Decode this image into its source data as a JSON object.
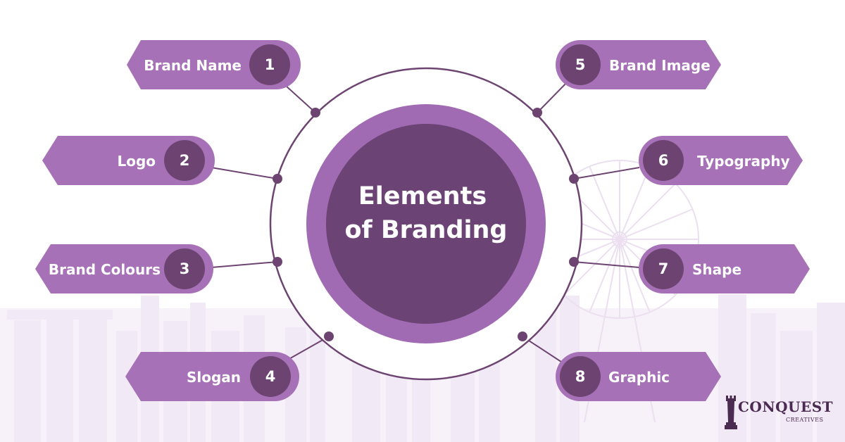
{
  "title": {
    "line1": "Elements",
    "line2": "of Branding"
  },
  "elements": [
    {
      "num": "1",
      "label": "Brand Name"
    },
    {
      "num": "2",
      "label": "Logo"
    },
    {
      "num": "3",
      "label": "Brand Colours"
    },
    {
      "num": "4",
      "label": "Slogan"
    },
    {
      "num": "5",
      "label": "Brand Image"
    },
    {
      "num": "6",
      "label": "Typography"
    },
    {
      "num": "7",
      "label": "Shape"
    },
    {
      "num": "8",
      "label": "Graphic"
    }
  ],
  "logo": {
    "word": "CONQUEST",
    "sub": "CREATIVES",
    "icon": "chess-rook-icon"
  },
  "colors": {
    "pill": "#a671b6",
    "pill_dark": "#6d4471",
    "circle_outer": "#a06bb3",
    "circle_inner": "#6b4374",
    "ring": "#6d4471",
    "skyline": "#efe6f3"
  }
}
